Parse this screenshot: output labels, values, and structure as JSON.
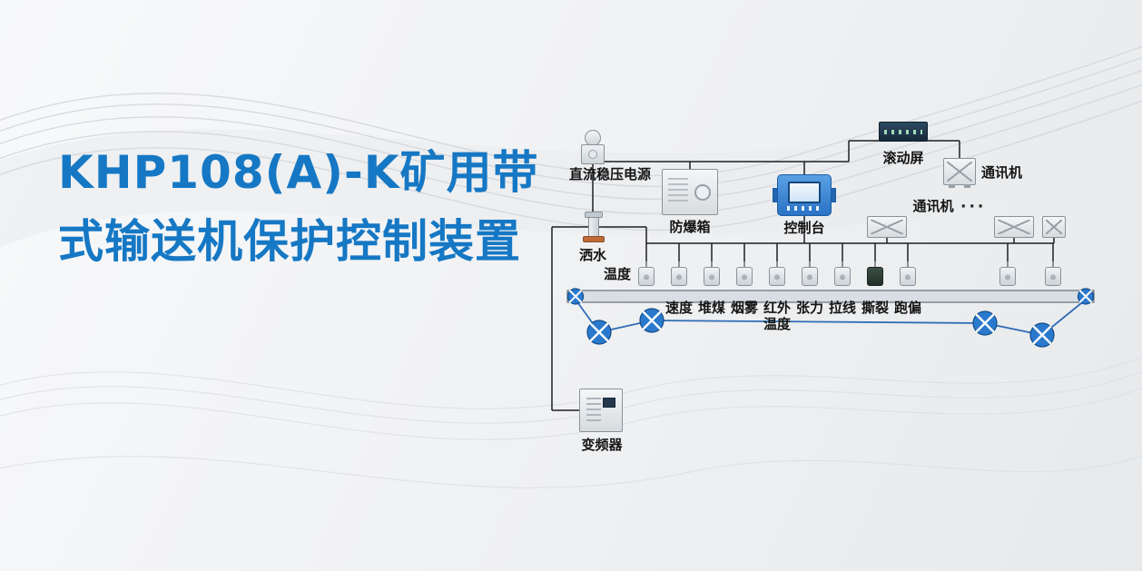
{
  "title": {
    "line1": "KHP108(A)-K矿用带",
    "line2": "式输送机保护控制装置"
  },
  "colors": {
    "title_blue": "#1678c4",
    "console_blue": "#2a72c4",
    "pulley_blue": "#2a79cc",
    "wire": "#1d1f22"
  },
  "components": {
    "power": {
      "label": "直流稳压电源"
    },
    "spray": {
      "label": "洒水"
    },
    "explosion_box": {
      "label": "防爆箱"
    },
    "console": {
      "label": "控制台"
    },
    "scroll_screen": {
      "label": "滚动屏"
    },
    "comm_top": {
      "label": "通讯机"
    },
    "comm_mid": {
      "label": "通讯机",
      "dots": "···"
    },
    "inverter": {
      "label": "变频器"
    }
  },
  "sensors": [
    {
      "label": "温度"
    },
    {
      "label": "速度"
    },
    {
      "label": "堆煤"
    },
    {
      "label": "烟雾"
    },
    {
      "label": "红外温度"
    },
    {
      "label": "张力"
    },
    {
      "label": "拉线"
    },
    {
      "label": "撕裂"
    },
    {
      "label": "跑偏"
    }
  ]
}
